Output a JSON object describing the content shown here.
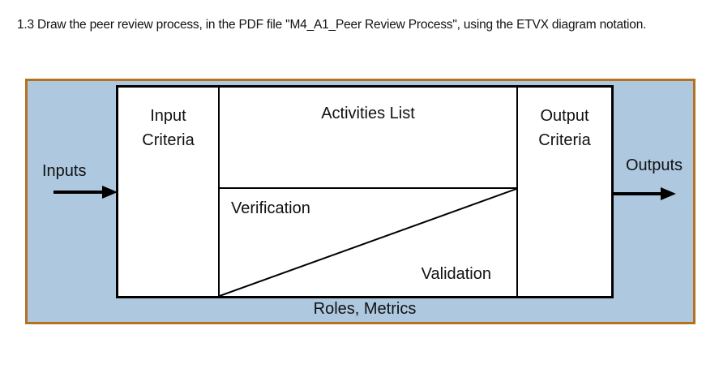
{
  "question": "1.3 Draw the peer review process, in the PDF file \"M4_A1_Peer Review Process\", using the ETVX diagram notation.",
  "diagram": {
    "inputs_label": "Inputs",
    "outputs_label": "Outputs",
    "input_criteria_label": "Input Criteria",
    "activities_list_label": "Activities List",
    "output_criteria_label": "Output Criteria",
    "verification_label": "Verification",
    "validation_label": "Validation",
    "roles_metrics_label": "Roles, Metrics",
    "colors": {
      "canvas_fill": "#aec8e0",
      "canvas_border": "#b5711f",
      "line_color": "#000000",
      "text_color": "#111111"
    }
  }
}
